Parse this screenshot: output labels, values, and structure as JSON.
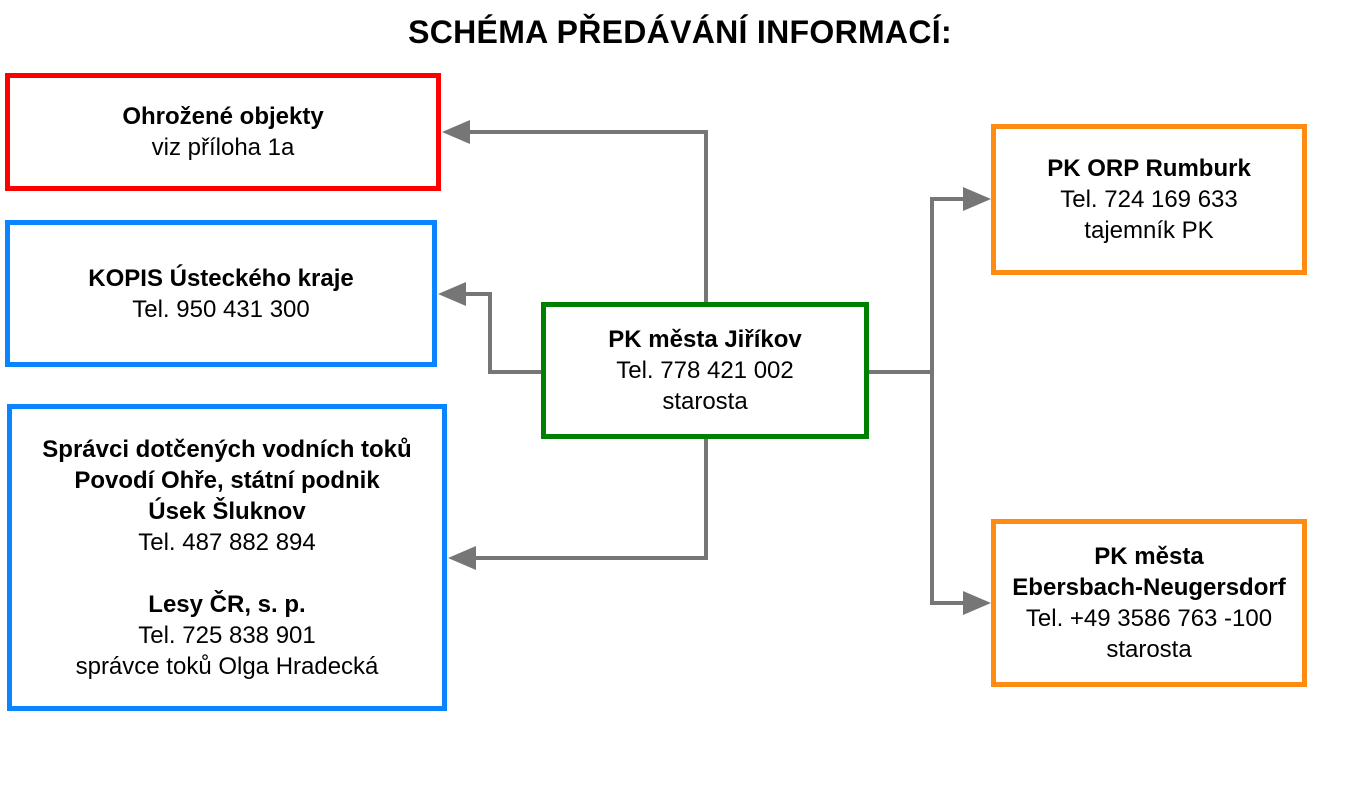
{
  "title": "SCHÉMA PŘEDÁVÁNÍ INFORMACÍ:",
  "colors": {
    "red": "#ff0000",
    "blue": "#0a84ff",
    "green": "#008000",
    "orange": "#ff8c12",
    "connector": "#767676"
  },
  "nodes": {
    "ohrozene": {
      "name": "Ohrožené objekty",
      "line2": "viz příloha 1a",
      "color": "#ff0000"
    },
    "kopis": {
      "name": "KOPIS Ústeckého kraje",
      "phone": "Tel. 950 431 300",
      "color": "#0a84ff"
    },
    "spravci": {
      "heading1": "Správci dotčených vodních toků",
      "heading2": "Povodí Ohře, státní podnik",
      "heading3": "Úsek Šluknov",
      "phone1": "Tel. 487 882 894",
      "lesy": "Lesy ČR, s. p.",
      "phone2": "Tel. 725 838 901",
      "contact": "správce toků Olga Hradecká",
      "color": "#0a84ff"
    },
    "center": {
      "name": "PK města Jiříkov",
      "phone": "Tel. 778 421 002",
      "role": "starosta",
      "color": "#008000"
    },
    "orp": {
      "name": "PK ORP Rumburk",
      "phone": "Tel. 724 169 633",
      "role": "tajemník PK",
      "color": "#ff8c12"
    },
    "ebers": {
      "name1": "PK města",
      "name2": "Ebersbach-Neugersdorf",
      "phone": "Tel. +49 3586 763 -100",
      "role": "starosta",
      "color": "#ff8c12"
    }
  },
  "edges": [
    {
      "from": "PK města Jiříkov",
      "to": "Ohrožené objekty"
    },
    {
      "from": "PK města Jiříkov",
      "to": "KOPIS Ústeckého kraje"
    },
    {
      "from": "PK města Jiříkov",
      "to": "Správci dotčených vodních toků"
    },
    {
      "from": "PK města Jiříkov",
      "to": "PK ORP Rumburk"
    },
    {
      "from": "PK města Jiříkov",
      "to": "PK města Ebersbach-Neugersdorf"
    }
  ]
}
